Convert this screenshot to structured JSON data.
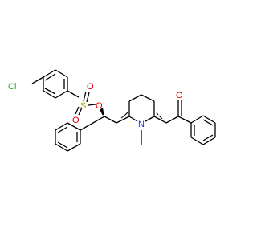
{
  "molecule": {
    "atom_labels": {
      "chlorine": "Cl",
      "sulfur": "S",
      "sulfonyl_oxygen_1": "O",
      "sulfonyl_oxygen_2": "O",
      "ester_oxygen": "O",
      "nitrogen": "N",
      "ketone_oxygen": "O"
    },
    "colors": {
      "bond": "#000000",
      "chlorine": "#1db31d",
      "sulfur": "#b2a500",
      "oxygen": "#e00000",
      "nitrogen": "#2a2af0"
    }
  }
}
